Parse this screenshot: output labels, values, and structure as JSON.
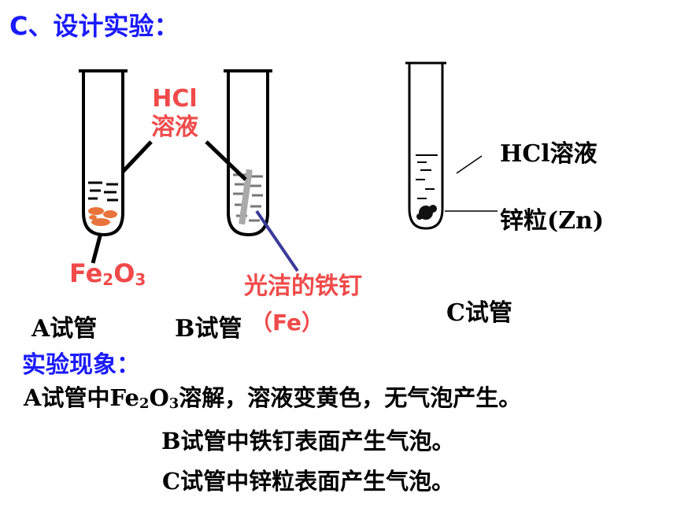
{
  "heading": "C、设计实验：",
  "tube_a": {
    "label": "A试管",
    "solution_label_line1": "HCl",
    "solution_label_line2": "溶液",
    "solid_label_main": "Fe",
    "solid_sub1": "2",
    "solid_mid": "O",
    "solid_sub2": "3"
  },
  "tube_b": {
    "label": "B试管",
    "nail_label": "光洁的铁钉",
    "nail_formula": "（Fe）"
  },
  "tube_c": {
    "label": "C试管",
    "solution_label": "HCl溶液",
    "solid_label": "锌粒(Zn)"
  },
  "observations": {
    "heading": "实验现象：",
    "line1_prefix": "A试管中Fe",
    "line1_sub1": "2",
    "line1_mid": "O",
    "line1_sub2": "3",
    "line1_suffix": "溶解，溶液变黄色，无气泡产生。",
    "line2": "B试管中铁钉表面产生气泡。",
    "line3": "C试管中锌粒表面产生气泡。"
  },
  "colors": {
    "heading": "#1a1aff",
    "label_red": "#f04a4a",
    "iron_oxide": "#e8743c",
    "pointer_blue": "#3a3a9a"
  }
}
